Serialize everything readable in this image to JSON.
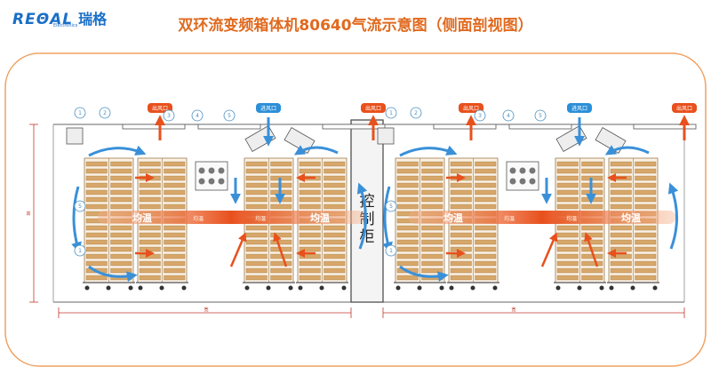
{
  "header": {
    "logo_en": "REΘAL",
    "logo_cn": "瑞格",
    "logo_sub": "Electronics",
    "title": "双环流变频箱体机80640气流示意图（侧面剖视图）"
  },
  "labels": {
    "outlet": "出风口",
    "inlet": "进风口",
    "uniform": "均温",
    "control": [
      "控",
      "制",
      "柜"
    ],
    "width": "宽",
    "height": "高",
    "callouts": [
      "1",
      "2",
      "3",
      "4",
      "5"
    ]
  },
  "colors": {
    "frame": "#f0a060",
    "air_blue": "#3a90d8",
    "air_red": "#e8501c",
    "shelf": "#d7a76a",
    "outlet_box": "#e8501c",
    "inlet_box": "#2b8fd8"
  }
}
